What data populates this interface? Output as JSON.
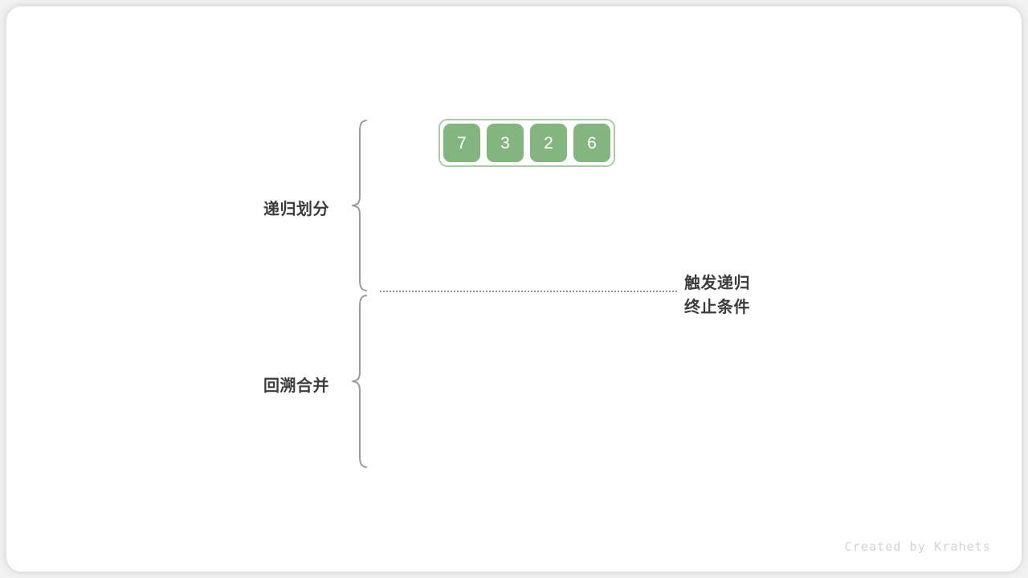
{
  "diagram": {
    "title": "merge-sort-recursion-phases",
    "background_color": "#f2f2f2",
    "card_color": "#ffffff"
  },
  "array": {
    "name": "input-array",
    "values": [
      "7",
      "3",
      "2",
      "6"
    ],
    "cell_fill_color": "#84b581",
    "cell_text_color": "#ffffff",
    "container_border_color": "#a9cca6"
  },
  "phases": [
    {
      "id": "divide",
      "label": "递归划分"
    },
    {
      "id": "merge",
      "label": "回溯合并"
    }
  ],
  "annotation": {
    "line1": "触发递归",
    "line2": "终止条件",
    "divider_color": "#8f8f8f",
    "text_color": "#3c3c3c"
  },
  "brace": {
    "color": "#9a9a9a",
    "top_name": "divide-phase-brace",
    "bottom_name": "merge-phase-brace"
  },
  "watermark": {
    "text": "Created by Krahets",
    "color": "#d2d2d2"
  }
}
